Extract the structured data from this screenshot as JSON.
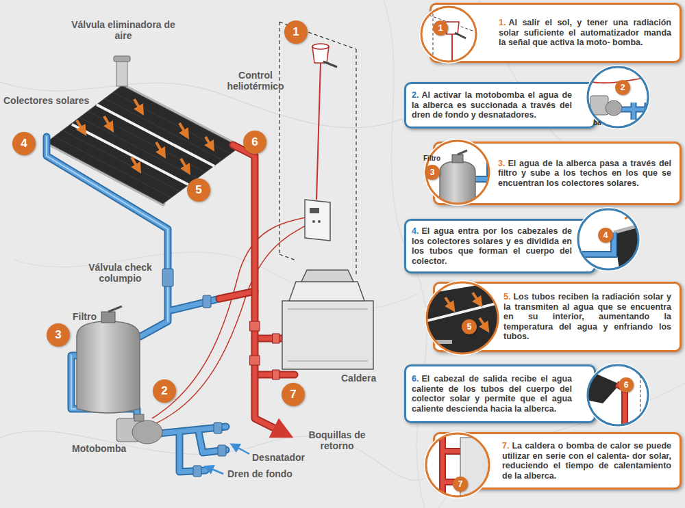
{
  "diagram": {
    "nodes": [
      {
        "text": [
          "1.",
          "Al salir el sol, y tener una radiación solar suficiente el automatizador manda la señal que activa la moto- bomba."
        ]
      },
      {
        "text": [
          "2.",
          "Al activar la motobomba el agua de la alberca es succionada a través del dren de fondo y desnatadores."
        ]
      },
      {
        "text": [
          "3.",
          "El agua de la alberca pasa a través del filtro y sube a los techos en los que se encuentran los colectores solares."
        ]
      },
      {
        "text": [
          "4.",
          "El agua entra por los cabezales de los colectores solares y es dividida en los tubos que forman el cuerpo del colector."
        ]
      },
      {
        "text": [
          "5.",
          "Los tubos reciben la radiación solar y la transmiten al agua que se encuentra en su interior, aumentando la temperatura del agua y enfriando los tubos."
        ]
      },
      {
        "text": [
          "6.",
          "El cabezal de salida recibe el agua caliente de los tubos del cuerpo del colector solar y permite que el agua caliente descienda hacia la alberca."
        ]
      },
      {
        "text": [
          "7.",
          "La caldera o bomba de calor se puede utilizar en serie con el calenta- dor solar, reduciendo el tiempo de calentamiento de la alberca."
        ]
      }
    ],
    "labels": [
      "Válvula eliminadora de aire",
      "1",
      "Control heliotérmico",
      "Colectores solares",
      "4",
      "6",
      "5",
      "Válvula check columpio",
      "Filtro",
      "3",
      "2",
      "7",
      "Caldera",
      "Boquillas de retorno",
      "Motobomba",
      "Desnatador",
      "Dren de fondo",
      "1",
      "2",
      "ba",
      "Filtro",
      "3",
      "4",
      "5",
      "6",
      "7"
    ]
  }
}
